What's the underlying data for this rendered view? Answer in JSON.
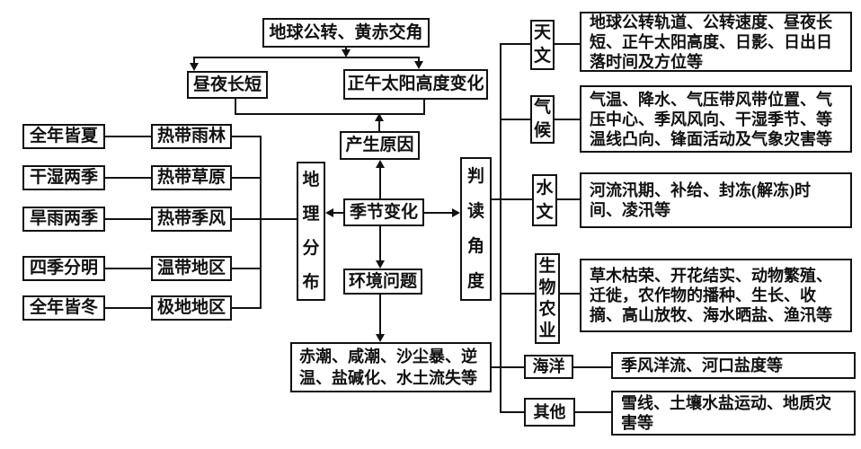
{
  "nodes": {
    "root": "地球公转、黄赤交角",
    "day_night": "昼夜长短",
    "noon_sun": "正午太阳高度变化",
    "cause": "产生原因",
    "season": "季节变化",
    "env_problem": "环境问题",
    "env_examples": "赤潮、咸潮、沙尘暴、逆温、盐碱化、水土流失等",
    "geo_distribution": "地理分布",
    "reading_angle": "判读角度"
  },
  "regions": [
    {
      "pattern": "全年皆夏",
      "zone": "热带雨林"
    },
    {
      "pattern": "干湿两季",
      "zone": "热带草原"
    },
    {
      "pattern": "旱雨两季",
      "zone": "热带季风"
    },
    {
      "pattern": "四季分明",
      "zone": "温带地区"
    },
    {
      "pattern": "全年皆冬",
      "zone": "极地地区"
    }
  ],
  "aspects": [
    {
      "label": "天文",
      "desc": "地球公转轨道、公转速度、昼夜长短、正午太阳高度、日影、日出日落时间及方位等"
    },
    {
      "label": "气候",
      "desc": "气温、降水、气压带风带位置、气压中心、季风风向、干湿季节、等温线凸向、锋面活动及气象灾害等"
    },
    {
      "label": "水文",
      "desc": "河流汛期、补给、封冻(解冻)时间、凌汛等"
    },
    {
      "label": "生物农业",
      "desc": "草木枯荣、开花结实、动物繁殖、迁徙，农作物的播种、生长、收摘、高山放牧、海水晒盐、渔汛等"
    },
    {
      "label": "海洋",
      "desc": "季风洋流、河口盐度等"
    },
    {
      "label": "其他",
      "desc": "雪线、土壤水盐运动、地质灾害等"
    }
  ],
  "colors": {
    "line": "#111111",
    "background": "#ffffff",
    "text": "#111111"
  }
}
